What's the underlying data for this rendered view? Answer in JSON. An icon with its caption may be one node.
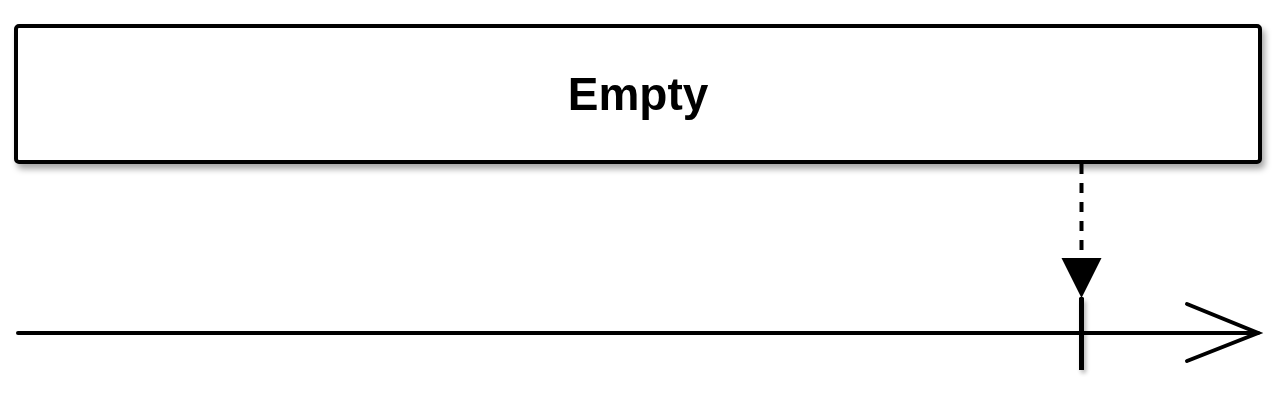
{
  "diagram": {
    "nodes": [
      {
        "text": [
          "Empty"
        ]
      },
      {
        "text": [],
        "shape": "bar"
      }
    ],
    "edges": [
      {
        "from": 0,
        "to": 1,
        "arrow": "to",
        "style": "dashed"
      }
    ]
  }
}
